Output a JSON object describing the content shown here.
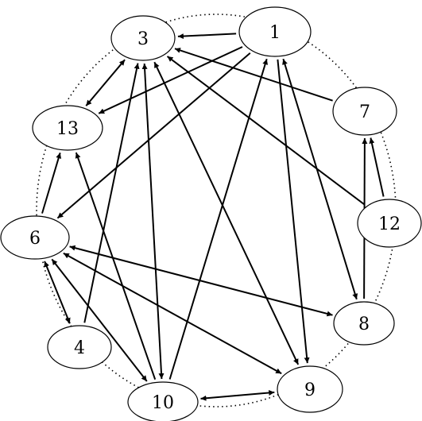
{
  "nodes": [
    {
      "id": "1",
      "label": "1"
    },
    {
      "id": "3",
      "label": "3"
    },
    {
      "id": "4",
      "label": "4"
    },
    {
      "id": "6",
      "label": "6"
    },
    {
      "id": "7",
      "label": "7"
    },
    {
      "id": "8",
      "label": "8"
    },
    {
      "id": "9",
      "label": "9"
    },
    {
      "id": "10",
      "label": "10"
    },
    {
      "id": "12",
      "label": "12"
    },
    {
      "id": "13",
      "label": "13"
    }
  ],
  "edges": [
    {
      "from": "1",
      "to": "3",
      "directed": true
    },
    {
      "from": "1",
      "to": "13",
      "directed": true
    },
    {
      "from": "1",
      "to": "6",
      "directed": true
    },
    {
      "from": "1",
      "to": "9",
      "directed": true
    },
    {
      "from": "1",
      "to": "8",
      "directed": true,
      "bidirectional": true
    },
    {
      "from": "7",
      "to": "3",
      "directed": true
    },
    {
      "from": "12",
      "to": "3",
      "directed": true
    },
    {
      "from": "12",
      "to": "7",
      "directed": true
    },
    {
      "from": "8",
      "to": "7",
      "directed": true
    },
    {
      "from": "3",
      "to": "13",
      "directed": true,
      "bidirectional": true
    },
    {
      "from": "3",
      "to": "10",
      "directed": true,
      "bidirectional": true
    },
    {
      "from": "3",
      "to": "9",
      "directed": true,
      "bidirectional": true
    },
    {
      "from": "4",
      "to": "3",
      "directed": true
    },
    {
      "from": "6",
      "to": "13",
      "directed": true
    },
    {
      "from": "6",
      "to": "8",
      "directed": true,
      "bidirectional": true
    },
    {
      "from": "6",
      "to": "9",
      "directed": true,
      "bidirectional": true
    },
    {
      "from": "6",
      "to": "10",
      "directed": true,
      "bidirectional": true
    },
    {
      "from": "6",
      "to": "4",
      "directed": true,
      "bidirectional": true
    },
    {
      "from": "10",
      "to": "1",
      "directed": true
    },
    {
      "from": "10",
      "to": "13",
      "directed": true
    },
    {
      "from": "10",
      "to": "9",
      "directed": true,
      "bidirectional": true
    }
  ]
}
